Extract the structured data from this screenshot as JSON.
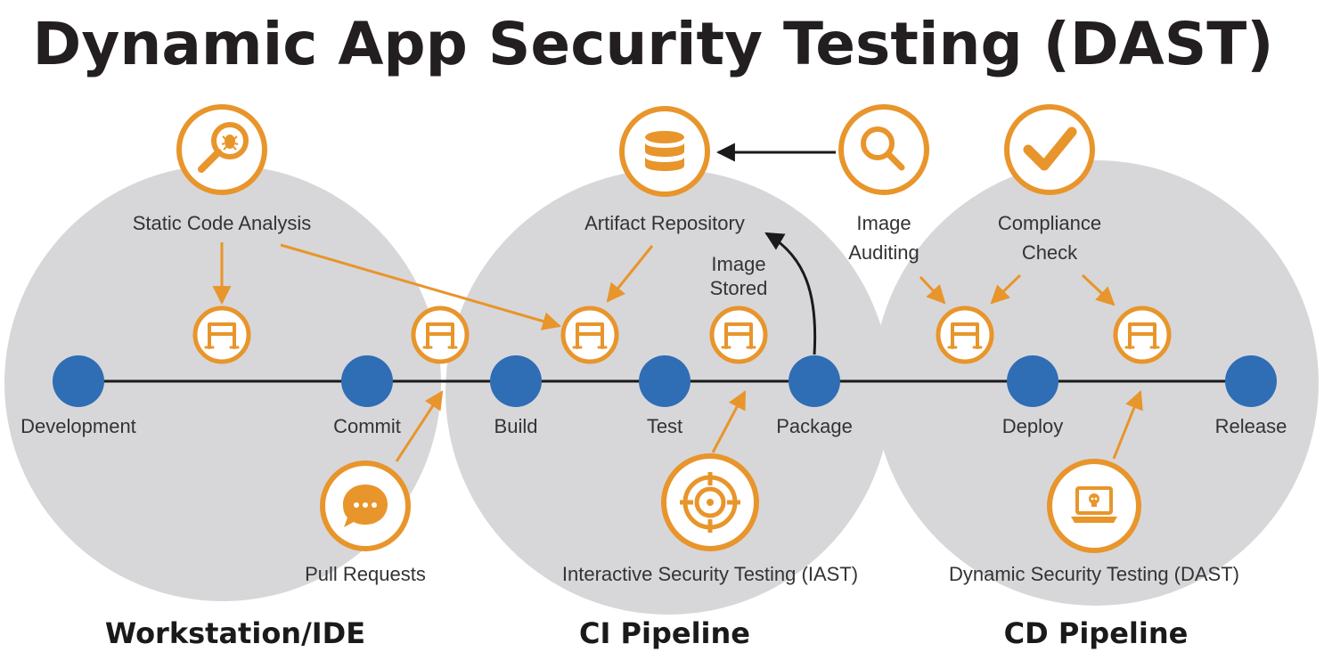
{
  "title": "Dynamic App Security Testing (DAST)",
  "colors": {
    "accent": "#e8952b",
    "stage_node": "#2f6db5",
    "zone": "#d7d7d9",
    "line": "#1a1a1a",
    "text": "#333333"
  },
  "zones": [
    "Workstation/IDE",
    "CI Pipeline",
    "CD Pipeline"
  ],
  "stages": [
    "Development",
    "Commit",
    "Build",
    "Test",
    "Package",
    "Deploy",
    "Release"
  ],
  "tools": {
    "static_code_analysis": {
      "label": "Static Code Analysis",
      "icon": "bug-magnifier-icon"
    },
    "artifact_repository": {
      "label": "Artifact Repository",
      "icon": "database-icon"
    },
    "image_auditing": {
      "label_line1": "Image",
      "label_line2": "Auditing",
      "icon": "magnifier-icon"
    },
    "compliance_check": {
      "label_line1": "Compliance",
      "label_line2": "Check",
      "icon": "checkmark-icon"
    },
    "pull_requests": {
      "label": "Pull Requests",
      "icon": "chat-bubble-icon"
    },
    "iast": {
      "label": "Interactive Security Testing (IAST)",
      "icon": "target-icon"
    },
    "dast": {
      "label": "Dynamic Security Testing (DAST)",
      "icon": "laptop-skull-icon"
    },
    "image_stored": {
      "label_line1": "Image",
      "label_line2": "Stored"
    }
  },
  "gate_icon": "gate-icon"
}
